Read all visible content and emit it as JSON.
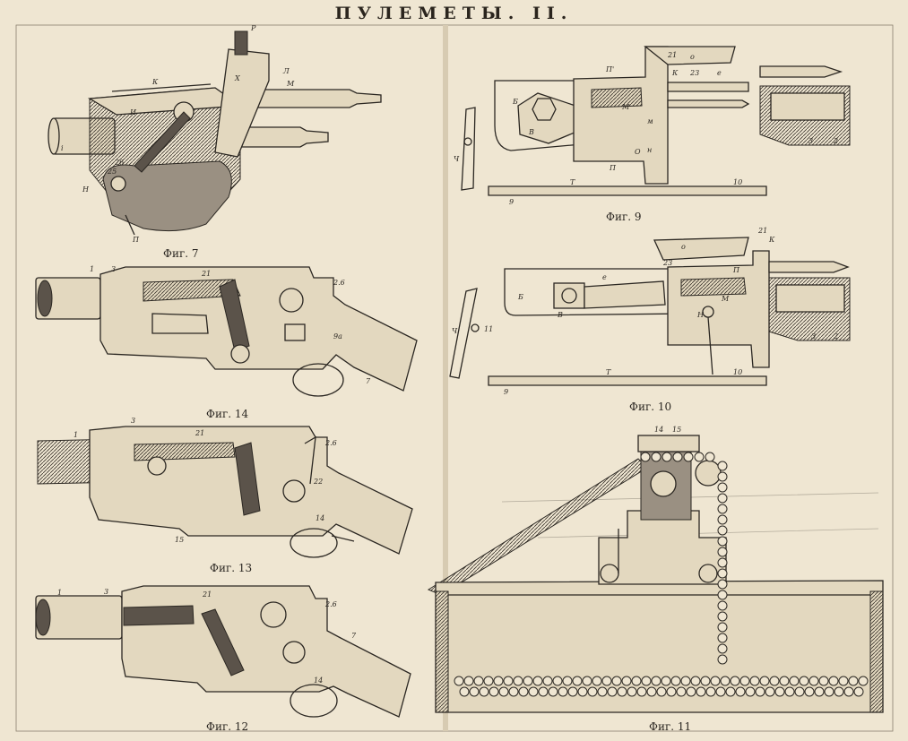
{
  "title": "ПУЛЕМЕТЫ. II.",
  "figures": [
    {
      "id": "fig7",
      "caption": "Фиг. 7"
    },
    {
      "id": "fig9",
      "caption": "Фиг. 9"
    },
    {
      "id": "fig10",
      "caption": "Фиг. 10"
    },
    {
      "id": "fig11",
      "caption": "Фиг. 11"
    },
    {
      "id": "fig12",
      "caption": "Фиг. 12"
    },
    {
      "id": "fig13",
      "caption": "Фиг. 13"
    },
    {
      "id": "fig14",
      "caption": "Фиг. 14"
    }
  ],
  "labels": {
    "fig7": [
      "Р",
      "Х",
      "К",
      "Л",
      "М",
      "И",
      "Н",
      "i",
      "26",
      "25",
      "П"
    ],
    "fig9": [
      "Б",
      "В",
      "Ч",
      "Т",
      "П",
      "П'",
      "21",
      "о",
      "23",
      "К",
      "е",
      "м",
      "н",
      "О",
      "3",
      "2",
      "9",
      "10",
      "М"
    ],
    "fig10": [
      "Б",
      "В",
      "Ч",
      "Т",
      "П",
      "21",
      "К",
      "о",
      "23",
      "е",
      "М",
      "Н",
      "3",
      "2",
      "11",
      "9",
      "10"
    ],
    "fig11": [
      "14",
      "15"
    ],
    "fig12": [
      "1",
      "3",
      "2.6",
      "21",
      "14",
      "7"
    ],
    "fig13": [
      "1",
      "3",
      "2.6",
      "21",
      "22",
      "14",
      "15"
    ],
    "fig14": [
      "1",
      "3",
      "2.6",
      "21",
      "9a",
      "7"
    ]
  },
  "colors": {
    "paper": "#efe6d2",
    "ink": "#2b2722"
  }
}
